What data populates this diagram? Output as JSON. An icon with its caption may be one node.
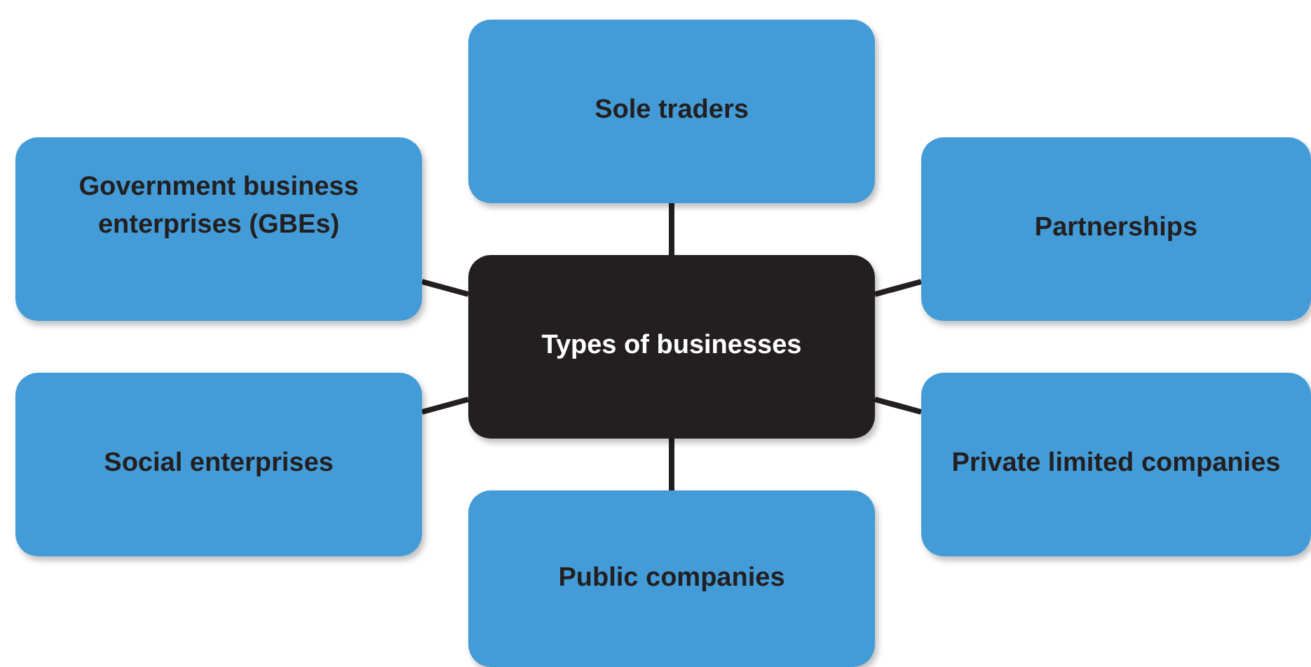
{
  "diagram": {
    "nodes": [
      {
        "text": [
          "Types of businesses"
        ]
      },
      {
        "text": [
          "Sole traders"
        ]
      },
      {
        "text": [
          "Government business enterprises (GBEs)"
        ]
      },
      {
        "text": [
          "Partnerships"
        ]
      },
      {
        "text": [
          "Social enterprises"
        ]
      },
      {
        "text": [
          "Private limited companies"
        ]
      },
      {
        "text": [
          "Public companies"
        ]
      }
    ],
    "edges": [
      {
        "from": 0,
        "to": 1,
        "arrow": "none"
      },
      {
        "from": 0,
        "to": 2,
        "arrow": "none"
      },
      {
        "from": 0,
        "to": 3,
        "arrow": "none"
      },
      {
        "from": 0,
        "to": 4,
        "arrow": "none"
      },
      {
        "from": 0,
        "to": 5,
        "arrow": "none"
      },
      {
        "from": 0,
        "to": 6,
        "arrow": "none"
      }
    ]
  }
}
